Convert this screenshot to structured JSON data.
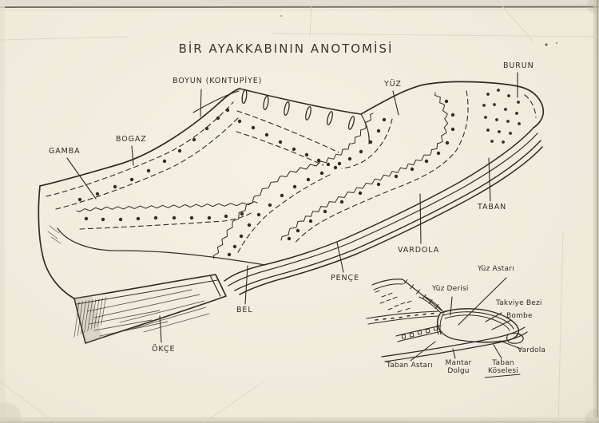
{
  "title": "BİR AYAKKABININ ANOTOMİSİ",
  "colors": {
    "paper": "#efe9dc",
    "ink": "#2e2c26",
    "pencil": "#8f8877",
    "crease": "#d8d2c3"
  },
  "main_labels": {
    "boyun": "BOYUN (KONTUPİYE)",
    "yuz": "YÜZ",
    "burun": "BURUN",
    "bogaz": "BOGAZ",
    "gamba": "GAMBA",
    "taban": "TABAN",
    "vardola": "VARDOLA",
    "pence": "PENÇE",
    "bel": "BEL",
    "okce": "ÖKÇE"
  },
  "inset_labels": {
    "yuz_astari": "Yüz Astarı",
    "yuz_derisi": "Yüz Derisi",
    "takviye_bezi": "Takviye Bezi",
    "bombe": "Bombe",
    "vardola": "Vardola",
    "taban_astari": "Taban Astarı",
    "mantar_dolgu": "Mantar Dolgu",
    "taban_koselesi": "Taban Köselesi"
  }
}
